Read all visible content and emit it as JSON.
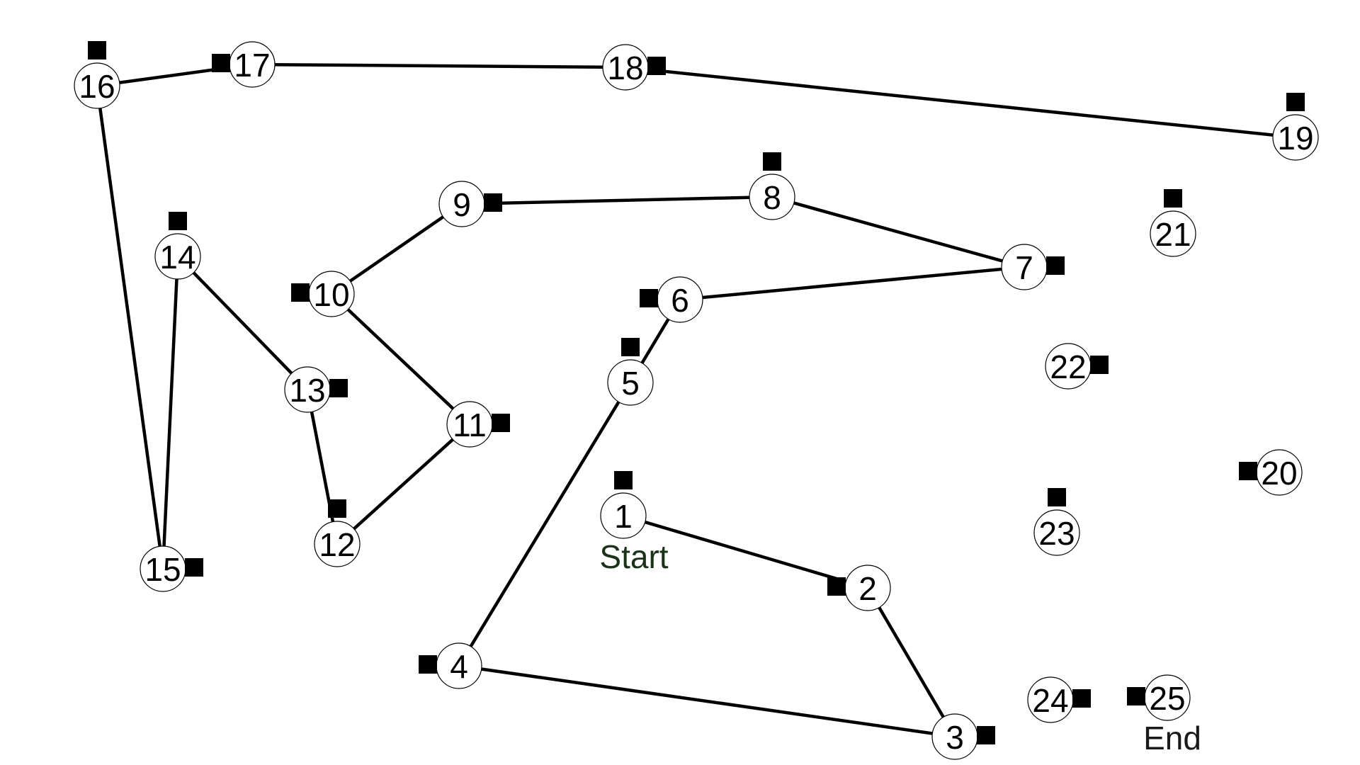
{
  "diagram": {
    "nodes": [
      {
        "label": "1"
      },
      {
        "label": "2"
      },
      {
        "label": "3"
      },
      {
        "label": "4"
      },
      {
        "label": "5"
      },
      {
        "label": "6"
      },
      {
        "label": "7"
      },
      {
        "label": "8"
      },
      {
        "label": "9"
      },
      {
        "label": "10"
      },
      {
        "label": "11"
      },
      {
        "label": "12"
      },
      {
        "label": "13"
      },
      {
        "label": "14"
      },
      {
        "label": "15"
      },
      {
        "label": "16"
      },
      {
        "label": "17"
      },
      {
        "label": "18"
      },
      {
        "label": "19"
      },
      {
        "label": "20"
      },
      {
        "label": "21"
      },
      {
        "label": "22"
      },
      {
        "label": "23"
      },
      {
        "label": "24"
      },
      {
        "label": "25"
      }
    ],
    "path": [
      "1",
      "2",
      "3",
      "4",
      "5",
      "6",
      "7",
      "8",
      "9",
      "10",
      "11",
      "12",
      "13",
      "14",
      "15",
      "16",
      "17",
      "18",
      "19"
    ],
    "start_label": "Start",
    "end_label": "End",
    "colors": {
      "start_label": "#1a3318",
      "end_label": "#1a1a1a",
      "line": "#000000",
      "marker": "#000000"
    }
  }
}
